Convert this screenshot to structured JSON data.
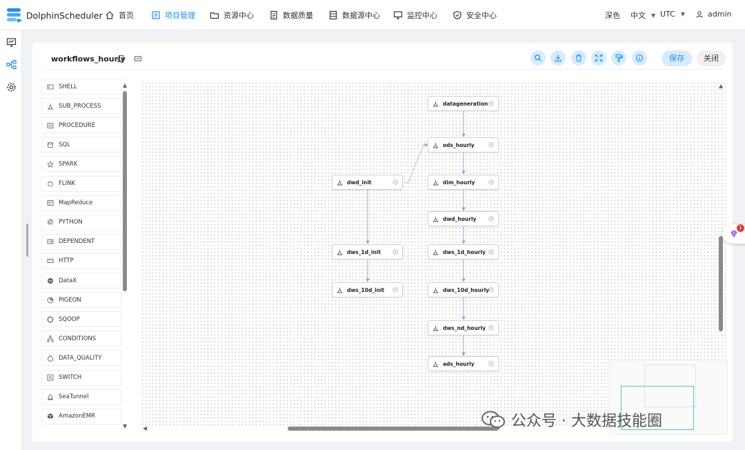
{
  "app": {
    "name": "DolphinScheduler",
    "brand_color": "#1890ff"
  },
  "nav": [
    {
      "label": "首页",
      "icon": "home-icon"
    },
    {
      "label": "项目管理",
      "icon": "project-icon",
      "active": true
    },
    {
      "label": "资源中心",
      "icon": "folder-icon"
    },
    {
      "label": "数据质量",
      "icon": "data-quality-icon"
    },
    {
      "label": "数据源中心",
      "icon": "datasource-icon"
    },
    {
      "label": "监控中心",
      "icon": "monitor-icon"
    },
    {
      "label": "安全中心",
      "icon": "security-icon"
    }
  ],
  "topright": {
    "theme": "深色",
    "language": "中文",
    "timezone": "UTC",
    "user": "admin"
  },
  "workflow": {
    "name": "workflows_hourly"
  },
  "toolbar": {
    "icons": [
      "search-icon",
      "download-icon",
      "delete-icon",
      "fullscreen-icon",
      "format-icon",
      "info-icon"
    ],
    "save_label": "保存",
    "close_label": "关闭"
  },
  "task_types": [
    {
      "label": "SHELL"
    },
    {
      "label": "SUB_PROCESS"
    },
    {
      "label": "PROCEDURE"
    },
    {
      "label": "SQL"
    },
    {
      "label": "SPARK"
    },
    {
      "label": "FLINK"
    },
    {
      "label": "MapReduce"
    },
    {
      "label": "PYTHON"
    },
    {
      "label": "DEPENDENT"
    },
    {
      "label": "HTTP"
    },
    {
      "label": "DataX"
    },
    {
      "label": "PIGEON"
    },
    {
      "label": "SQOOP"
    },
    {
      "label": "CONDITIONS"
    },
    {
      "label": "DATA_QUALITY"
    },
    {
      "label": "SWITCH"
    },
    {
      "label": "SeaTunnel"
    },
    {
      "label": "AmazonEMR"
    }
  ],
  "dag": {
    "nodes": [
      {
        "id": "datageneration",
        "label": "datageneration"
      },
      {
        "id": "ods_hourly",
        "label": "ods_hourly"
      },
      {
        "id": "dim_hourly",
        "label": "dim_hourly"
      },
      {
        "id": "dwd_hourly",
        "label": "dwd_hourly"
      },
      {
        "id": "dws_1d_hourly",
        "label": "dws_1d_hourly"
      },
      {
        "id": "dws_10d_hourly",
        "label": "dws_10d_hourly"
      },
      {
        "id": "dws_nd_hourly",
        "label": "dws_nd_hourly"
      },
      {
        "id": "ads_hourly",
        "label": "ads_hourly"
      },
      {
        "id": "dwd_init",
        "label": "dwd_init"
      },
      {
        "id": "dws_1d_init",
        "label": "dws_1d_init"
      },
      {
        "id": "dws_10d_init",
        "label": "dws_10d_init"
      }
    ],
    "edges": [
      [
        "datageneration",
        "ods_hourly"
      ],
      [
        "ods_hourly",
        "dim_hourly"
      ],
      [
        "dim_hourly",
        "dwd_hourly"
      ],
      [
        "dwd_hourly",
        "dws_1d_hourly"
      ],
      [
        "dws_1d_hourly",
        "dws_10d_hourly"
      ],
      [
        "dws_10d_hourly",
        "dws_nd_hourly"
      ],
      [
        "dws_nd_hourly",
        "ads_hourly"
      ],
      [
        "dwd_init",
        "ods_hourly"
      ],
      [
        "dwd_init",
        "dws_1d_init"
      ],
      [
        "dws_1d_init",
        "dws_10d_init"
      ]
    ]
  },
  "notification": {
    "count": "1"
  },
  "watermark": {
    "text": "公众号 · 大数据技能圈"
  }
}
